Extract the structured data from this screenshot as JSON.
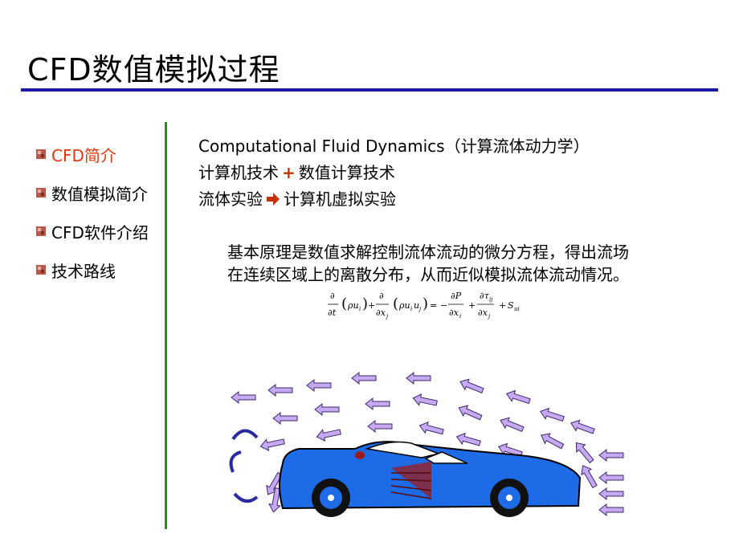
{
  "slide": {
    "title": "CFD数值模拟过程"
  },
  "nav": {
    "items": [
      {
        "label": "CFD简介",
        "active": true
      },
      {
        "label": "数值模拟简介",
        "active": false
      },
      {
        "label": "CFD软件介绍",
        "active": false
      },
      {
        "label": "技术路线",
        "active": false
      }
    ]
  },
  "content": {
    "line1": "Computational  Fluid  Dynamics（计算流体动力学）",
    "line2_a": "计算机技术",
    "line2_op": "+",
    "line2_b": "数值计算技术",
    "line3_a": "流体实验",
    "line3_b": "计算机虚拟实验",
    "para_line1": "基本原理是数值求解控制流体流动的微分方程，得出流场",
    "para_line2": "在连续区域上的离散分布，从而近似模拟流体流动情况。"
  },
  "colors": {
    "title_rule": "#1a1aa8",
    "divider": "#2e8b2e",
    "active": "#e3360c",
    "car_body": "#1e6be8",
    "flow_arrow": "#c7a9f3"
  }
}
